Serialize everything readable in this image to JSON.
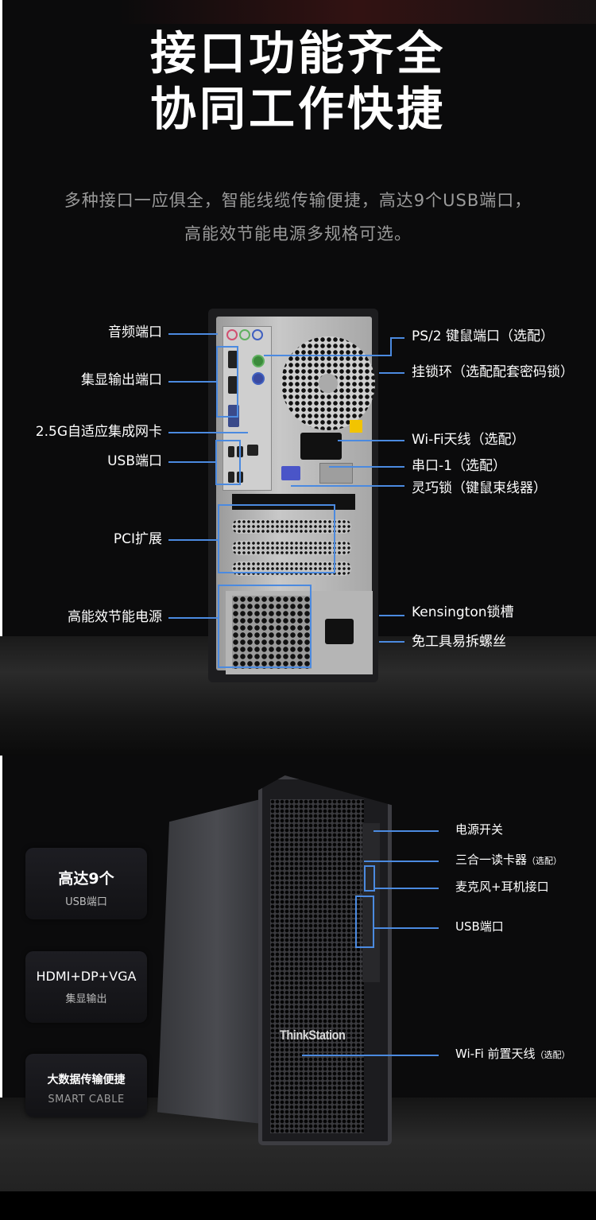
{
  "header": {
    "title_line1": "接口功能齐全",
    "title_line2": "协同工作快捷",
    "subtitle_line1": "多种接口一应俱全，智能线缆传输便捷，高达9个USB端口，",
    "subtitle_line2": "高能效节能电源多规格可选。"
  },
  "rear_view": {
    "left_labels": [
      {
        "text": "音频端口"
      },
      {
        "text": "集显输出端口"
      },
      {
        "text": "2.5G自适应集成网卡"
      },
      {
        "text": "USB端口"
      },
      {
        "text": "PCI扩展"
      },
      {
        "text": "高能效节能电源"
      }
    ],
    "right_labels": [
      {
        "text": "PS/2 键鼠端口（选配）"
      },
      {
        "text": "挂锁环（选配配套密码锁）"
      },
      {
        "text": "Wi-Fi天线（选配）"
      },
      {
        "text": "串口-1（选配）"
      },
      {
        "text": "灵巧锁（键鼠束线器）"
      },
      {
        "text": "Kensington锁槽"
      },
      {
        "text": "免工具易拆螺丝"
      }
    ]
  },
  "front_view": {
    "brand": "ThinkStation",
    "right_labels": [
      {
        "text": "电源开关",
        "note": ""
      },
      {
        "text": "三合一读卡器",
        "note": "（选配）"
      },
      {
        "text": "麦克风+耳机接口",
        "note": ""
      },
      {
        "text": "USB端口",
        "note": ""
      },
      {
        "text": "Wi-Fi 前置天线",
        "note": "（选配）"
      }
    ],
    "feature_cards": [
      {
        "headline": "高达9个",
        "caption": "USB端口"
      },
      {
        "headline": "HDMI+DP+VGA",
        "caption": "集显输出"
      },
      {
        "headline": "大数据传输便捷",
        "caption": "SMART CABLE"
      }
    ]
  },
  "colors": {
    "background": "#0b0b0c",
    "accent_line": "#4b8ae0",
    "title": "#ffffff",
    "subtitle": "#9a9a9a"
  }
}
